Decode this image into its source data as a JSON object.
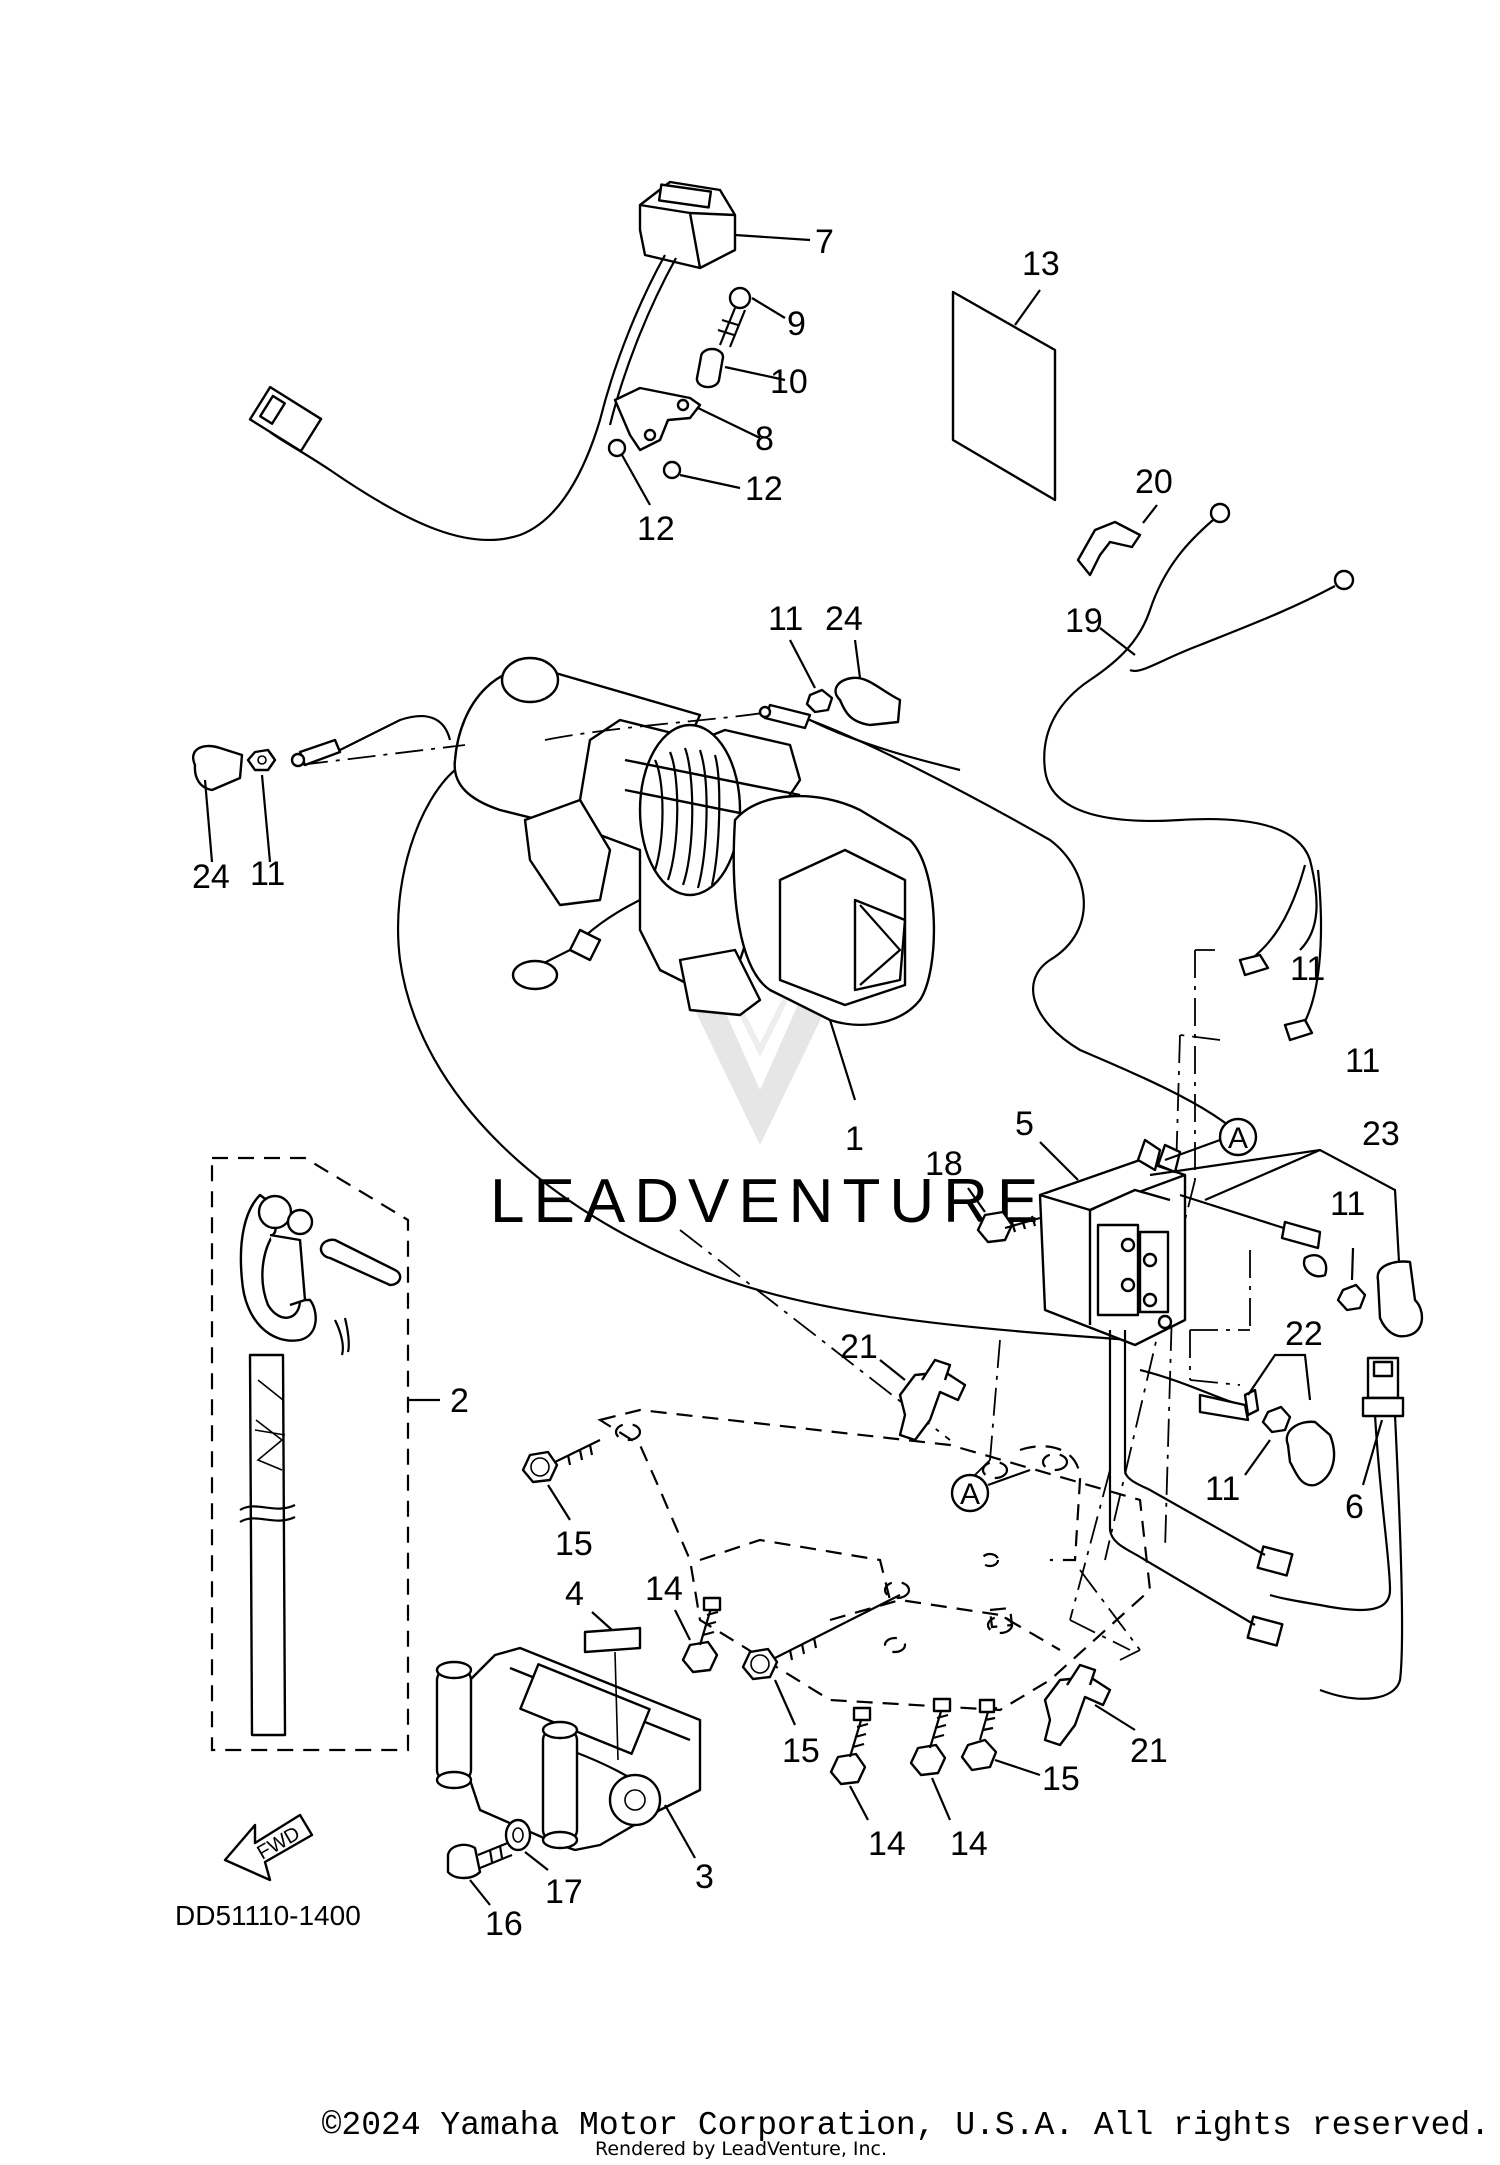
{
  "diagram": {
    "reference_code": "DD51110-1400",
    "watermark": "LEADVENTURE",
    "fwd_label": "FWD",
    "ref_marker": "A",
    "callouts": [
      "1",
      "2",
      "3",
      "4",
      "5",
      "6",
      "7",
      "8",
      "9",
      "10",
      "11",
      "11",
      "11",
      "11",
      "11",
      "11",
      "12",
      "12",
      "13",
      "14",
      "14",
      "14",
      "15",
      "15",
      "15",
      "16",
      "17",
      "18",
      "19",
      "20",
      "21",
      "21",
      "22",
      "23",
      "24",
      "24"
    ]
  },
  "footer": {
    "copyright": "©2024 Yamaha Motor Corporation, U.S.A. All rights reserved.",
    "rendered_by": "Rendered by LeadVenture, Inc."
  }
}
